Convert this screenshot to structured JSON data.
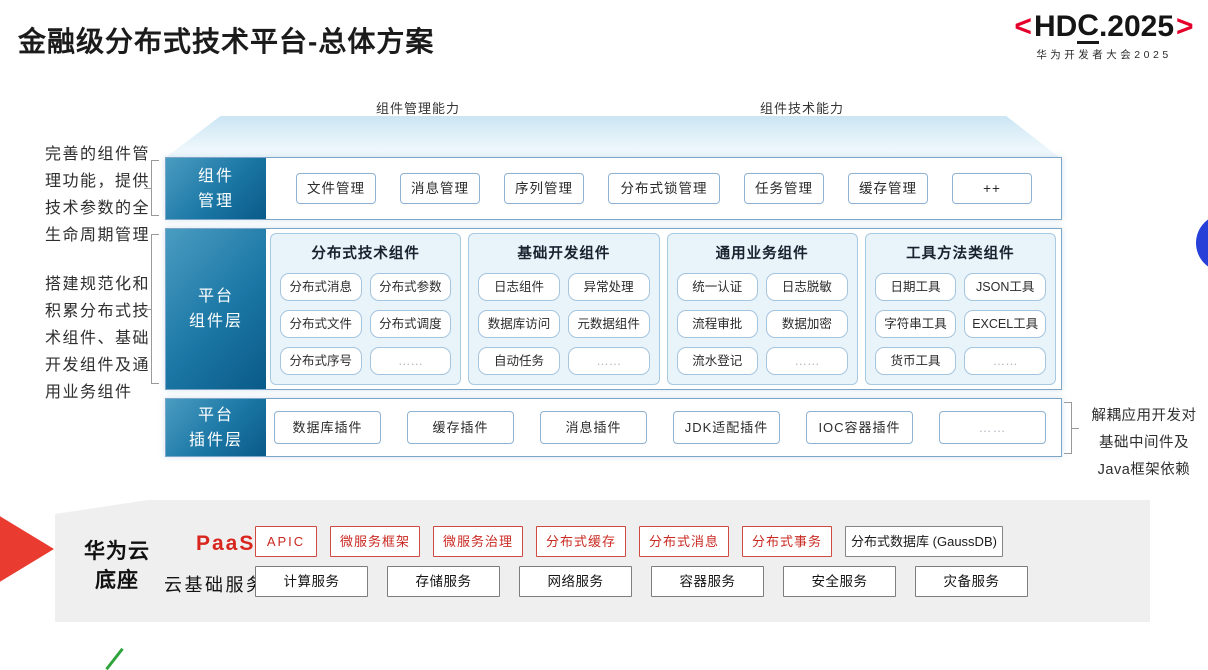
{
  "header": {
    "title": "金融级分布式技术平台-总体方案"
  },
  "logo": {
    "bracket_left": "<",
    "hd": "HD",
    "c": "C",
    "rest": ".2025",
    "bracket_right": ">",
    "subtitle": "华为开发者大会2025"
  },
  "capability_arrows": {
    "left_label": "组件管理能力",
    "right_label": "组件技术能力"
  },
  "annotations": {
    "left_top": "完善的组件管理功能，提供技术参数的全生命周期管理",
    "left_bottom": "搭建规范化和积累分布式技术组件、基础开发组件及通用业务组件",
    "right_lines": [
      "解耦应用开发对",
      "基础中间件及",
      "Java框架依赖"
    ]
  },
  "layers": {
    "management": {
      "label_lines": [
        "组件",
        "管理"
      ],
      "chips": [
        "文件管理",
        "消息管理",
        "序列管理",
        "分布式锁管理",
        "任务管理",
        "缓存管理",
        "++"
      ]
    },
    "components": {
      "label_lines": [
        "平台",
        "组件层"
      ],
      "groups": [
        {
          "title": "分布式技术组件",
          "chips": [
            "分布式消息",
            "分布式参数",
            "分布式文件",
            "分布式调度",
            "分布式序号",
            "……"
          ]
        },
        {
          "title": "基础开发组件",
          "chips": [
            "日志组件",
            "异常处理",
            "数据库访问",
            "元数据组件",
            "自动任务",
            "……"
          ]
        },
        {
          "title": "通用业务组件",
          "chips": [
            "统一认证",
            "日志脱敏",
            "流程审批",
            "数据加密",
            "流水登记",
            "……"
          ]
        },
        {
          "title": "工具方法类组件",
          "chips": [
            "日期工具",
            "JSON工具",
            "字符串工具",
            "EXCEL工具",
            "货币工具",
            "……"
          ]
        }
      ]
    },
    "plugins": {
      "label_lines": [
        "平台",
        "插件层"
      ],
      "chips": [
        "数据库插件",
        "缓存插件",
        "消息插件",
        "JDK适配插件",
        "IOC容器插件",
        "……"
      ]
    }
  },
  "foundation": {
    "label": "华为云底座",
    "paas": {
      "label": "PaaS",
      "chips": [
        "APIC",
        "微服务框架",
        "微服务治理",
        "分布式缓存",
        "分布式消息",
        "分布式事务"
      ],
      "db_chip": "分布式数据库 (GaussDB)"
    },
    "cloud": {
      "label": "云基础服务",
      "chips": [
        "计算服务",
        "存储服务",
        "网络服务",
        "容器服务",
        "安全服务",
        "灾备服务"
      ]
    }
  },
  "colors": {
    "accent_red": "#e4002b",
    "layer_teal": "#0a5a88",
    "arrow_teal": "#0e6b97",
    "chip_red": "#ca2922",
    "blue_circle": "#2640d8"
  }
}
